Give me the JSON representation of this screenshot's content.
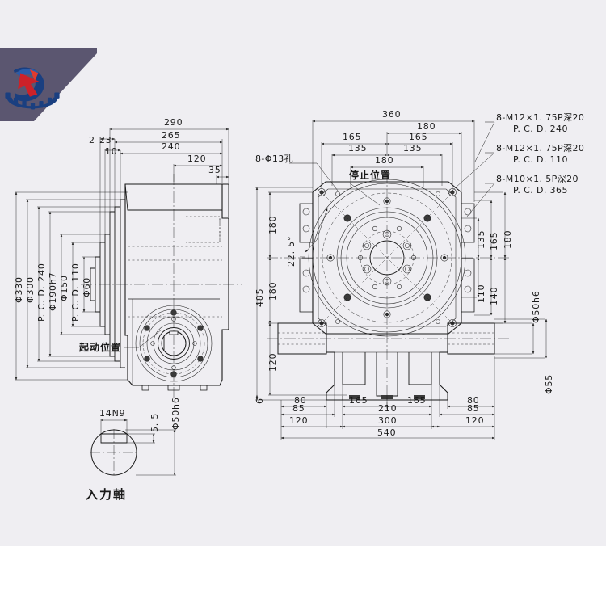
{
  "page": {
    "background": "#ffffff",
    "sheet_background": "#efeef2",
    "line_color": "#1a1a1a",
    "title": "Rotary Index Table Dimensional Drawing"
  },
  "logo": {
    "name": "company-logo",
    "primary_color": "#1a3f80",
    "accent_color": "#cc2229",
    "banner_color": "#5b5670"
  },
  "side_view": {
    "name": "side-view",
    "top_dimensions": [
      "290",
      "265",
      "240",
      "120",
      "35"
    ],
    "left_small_dimensions": [
      "2",
      "23",
      "10"
    ],
    "vertical_dimensions": [
      "Φ330",
      "Φ300",
      "P. C. D. 240",
      "Φ190h7",
      "Φ150",
      "P. C. D. 110",
      "Φ60"
    ],
    "callout": "起动位置"
  },
  "front_view": {
    "name": "front-view",
    "top_dimensions": [
      "360",
      "180",
      "165",
      "165",
      "135",
      "135",
      "180"
    ],
    "stop_label": "停止位置",
    "hole_callout": "8-Φ13孔",
    "angle_label": "22. 5°",
    "left_dimensions": [
      "180",
      "180",
      "485",
      "120",
      "6"
    ],
    "right_dimensions": [
      "135",
      "165",
      "180",
      "110",
      "140"
    ],
    "shaft_dimensions": [
      "Φ50h6",
      "Φ55"
    ],
    "bottom_dimensions": [
      "80",
      "85",
      "120",
      "165",
      "210",
      "300",
      "165",
      "80",
      "85",
      "120",
      "540"
    ]
  },
  "annotations": [
    {
      "line1": "8-M12×1. 75P深20",
      "line2": "P. C. D. 240"
    },
    {
      "line1": "8-M12×1. 75P深20",
      "line2": "P. C. D. 110"
    },
    {
      "line1": "8-M10×1. 5P深20",
      "line2": "P. C. D. 365"
    }
  ],
  "detail_view": {
    "name": "input-shaft-detail",
    "keyway": "14N9",
    "key_height": "5. 5",
    "shaft_dia": "Φ50h6",
    "caption": "入力軸"
  }
}
